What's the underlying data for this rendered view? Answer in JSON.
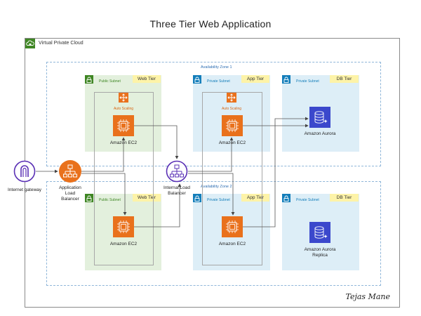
{
  "title": "Three Tier Web Application",
  "vpc": {
    "label": "Virtual Private Cloud",
    "icon": "cloud-lock-icon",
    "color": "#3f8624"
  },
  "zones": [
    {
      "label": "Availability Zone 1"
    },
    {
      "label": "Availability Zone 2"
    }
  ],
  "subnets": {
    "public": "Public Subnet",
    "private": "Private Subnet"
  },
  "tiers": {
    "web": "Web Tier",
    "app": "App Tier",
    "db": "DB Tier"
  },
  "auto_scaling": "Auto Scaling",
  "ec2": "Amazon EC2",
  "aurora": "Amazon Aurora",
  "aurora_replica_1": "Amazon Aurora",
  "aurora_replica_2": "Replica",
  "internet_gateway": "Internet gateway",
  "alb": {
    "line1": "Application",
    "line2": "Load",
    "line3": "Balancer"
  },
  "ilb": {
    "line1": "Internal Load",
    "line2": "Balancer"
  },
  "signature": "Tejas Mane",
  "colors": {
    "public_green": "#3f8624",
    "private_blue": "#147eba",
    "ec2_orange": "#e9711c",
    "aurora_blue": "#3b48cc",
    "lb_purple": "#5a30b5",
    "tier_yellow": "#fdf3a8"
  }
}
